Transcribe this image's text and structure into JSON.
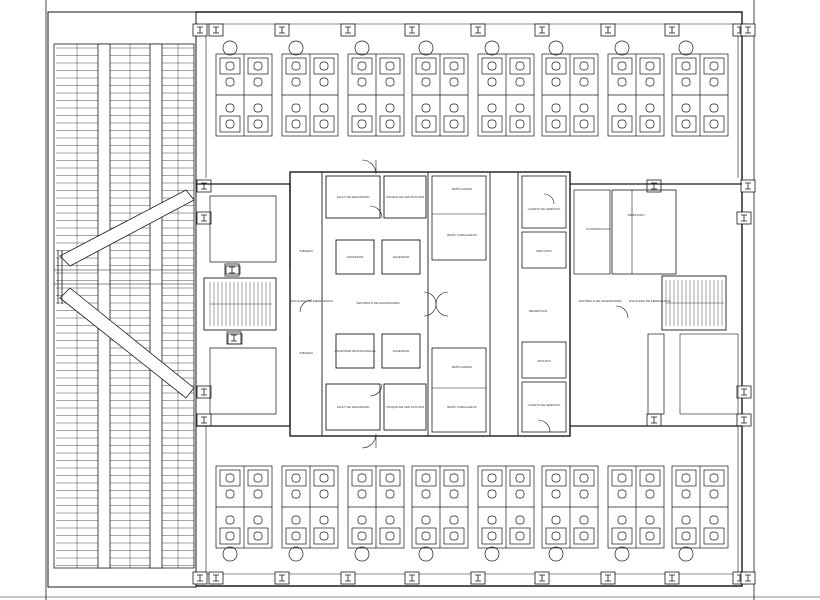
{
  "labels": {
    "vault_top_left": "VAULT DE SEGURIDAD",
    "vault_top_right": "TANQUE DE VENTILACION",
    "elev_tl": "ASCENSOR",
    "elev_tr": "ASCENSOR",
    "elev_bl": "ASCENSOR MONTACARGAS",
    "elev_br": "ASCENSOR",
    "elev_lobby": "VESTIBULO DE ASCENSORES",
    "vault_bot_left": "VAULT DE SEGURIDAD",
    "vault_bot_right": "TANQUE DE VENTILACION",
    "stair_left": "ESCALERA DE EMERGENCIA",
    "stair_right": "ESCALERA DE EMERGENCIA",
    "hall": "RECEPCION",
    "store_top": "CUARTO DE SERVICIO",
    "store_mid": "DEPOSITO",
    "store_bot_1": "ARCHIVO",
    "store_bot_2": "CUARTO DE SERVICIO",
    "right_room_1": "COORDINACION",
    "right_room_2": "DIRECCION",
    "right_lobby": "VESTIBULO DE ASCENSORES",
    "wc_1": "BAÑO DAMAS",
    "wc_2": "BAÑO CABALLEROS",
    "wc_3": "BAÑO DAMAS",
    "wc_4": "BAÑO CABALLEROS",
    "elec_1": "TABLERO",
    "elec_2": "TABLERO"
  },
  "colors": {
    "line": "#1a1a1a",
    "thin": "#444444",
    "paper": "#ffffff"
  }
}
